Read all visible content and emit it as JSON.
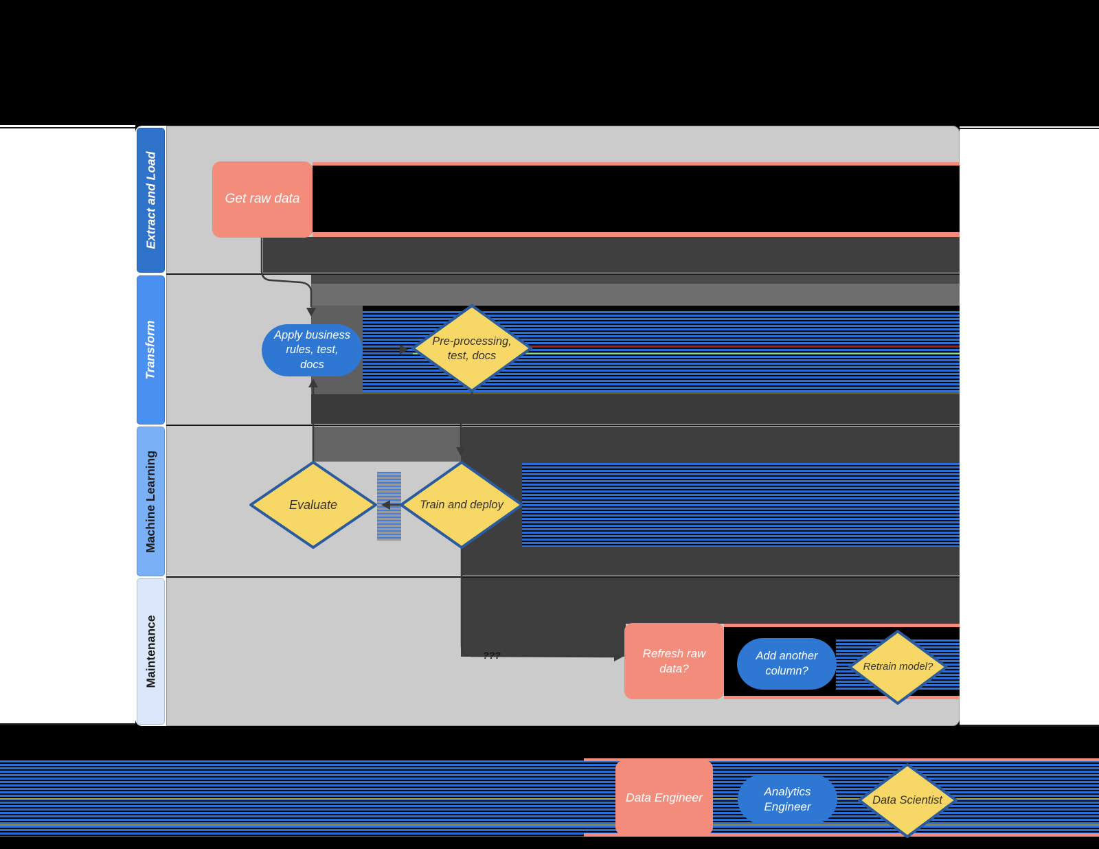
{
  "diagram": {
    "title_hint": "ML pipeline swimlane flowchart",
    "lanes": [
      {
        "label": "Extract and Load"
      },
      {
        "label": "Transform"
      },
      {
        "label": "Machine Learning"
      },
      {
        "label": "Maintenance"
      }
    ],
    "nodes": {
      "get_raw_data": {
        "label": "Get raw data"
      },
      "apply_rules": {
        "label": "Apply business\nrules, test,\ndocs"
      },
      "preprocessing": {
        "label": "Pre-processing,\ntest, docs"
      },
      "evaluate": {
        "label": "Evaluate"
      },
      "train_deploy": {
        "label": "Train and deploy"
      },
      "refresh_data": {
        "label": "Refresh raw\ndata?"
      },
      "add_column": {
        "label": "Add another\ncolumn?"
      },
      "retrain": {
        "label": "Retrain model?"
      }
    },
    "connector_label": "???",
    "legend": {
      "data_engineer": {
        "label": "Data Engineer",
        "color": "#f48c7c"
      },
      "analytics_engineer": {
        "label": "Analytics\nEngineer",
        "color": "#2e77d2"
      },
      "data_scientist": {
        "label": "Data Scientist",
        "color": "#f7d766"
      }
    },
    "colors": {
      "lane_header_1": "#2f72c9",
      "lane_header_2": "#4a90f0",
      "lane_header_3": "#7ab0f5",
      "lane_header_4": "#dbe8fb",
      "lane_body": "#cbcbcb",
      "process_fill": "#f48c7c",
      "stadium_fill": "#2e77d2",
      "decision_fill": "#f7d766",
      "decision_border": "#2a5b9e",
      "connector": "#3a3a3a",
      "glitch_stripe_blue": "#2b6fdd"
    }
  }
}
